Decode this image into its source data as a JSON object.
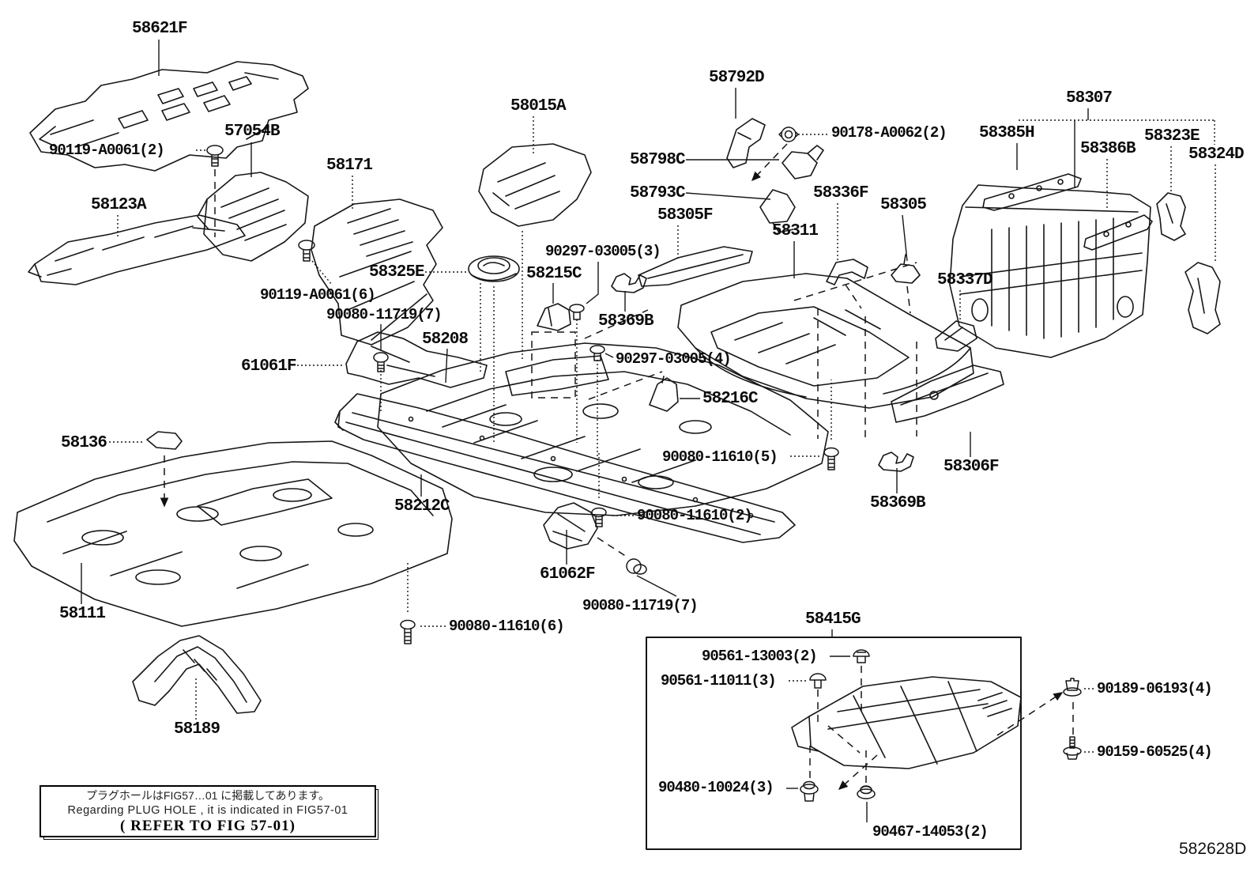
{
  "figure": {
    "code": "582628D"
  },
  "note_box": {
    "jp": "プラグホールはFIG57…01 に掲載してあります。",
    "en": "Regarding PLUG HOLE , it is indicated in FIG57-01",
    "refer": "( REFER TO FIG 57-01)"
  },
  "labels": {
    "p58621f": "58621F",
    "b90119_2": "90119-A0061(2)",
    "p57054b": "57054B",
    "p58123a": "58123A",
    "p58171": "58171",
    "b90119_6": "90119-A0061(6)",
    "p58015a": "58015A",
    "p58792d": "58792D",
    "b90178": "90178-A0062(2)",
    "p58798c": "58798C",
    "p58793c": "58793C",
    "p58305f": "58305F",
    "p58336f": "58336F",
    "p58305": "58305",
    "p58311": "58311",
    "p58307": "58307",
    "p58385h": "58385H",
    "p58386b": "58386B",
    "p58323e": "58323E",
    "p58324d": "58324D",
    "p58337d": "58337D",
    "b90297_3": "90297-03005(3)",
    "p58215c": "58215C",
    "p58325e": "58325E",
    "b90080_11719_7a": "90080-11719(7)",
    "p58208": "58208",
    "p61061f": "61061F",
    "b90297_4": "90297-03005(4)",
    "p58369b_a": "58369B",
    "p58216c": "58216C",
    "b90080_11610_5": "90080-11610(5)",
    "p58306f": "58306F",
    "p58369b_b": "58369B",
    "b90080_11610_2": "90080-11610(2)",
    "p58136": "58136",
    "p58212c": "58212C",
    "p61062f": "61062F",
    "b90080_11719_7b": "90080-11719(7)",
    "p58111": "58111",
    "b90080_11610_6": "90080-11610(6)",
    "p58189": "58189",
    "p58415g": "58415G",
    "b90561_13003": "90561-13003(2)",
    "b90561_11011": "90561-11011(3)",
    "b90189_06193": "90189-06193(4)",
    "b90159_60525": "90159-60525(4)",
    "b90480_10024": "90480-10024(3)",
    "b90467_14053": "90467-14053(2)"
  }
}
